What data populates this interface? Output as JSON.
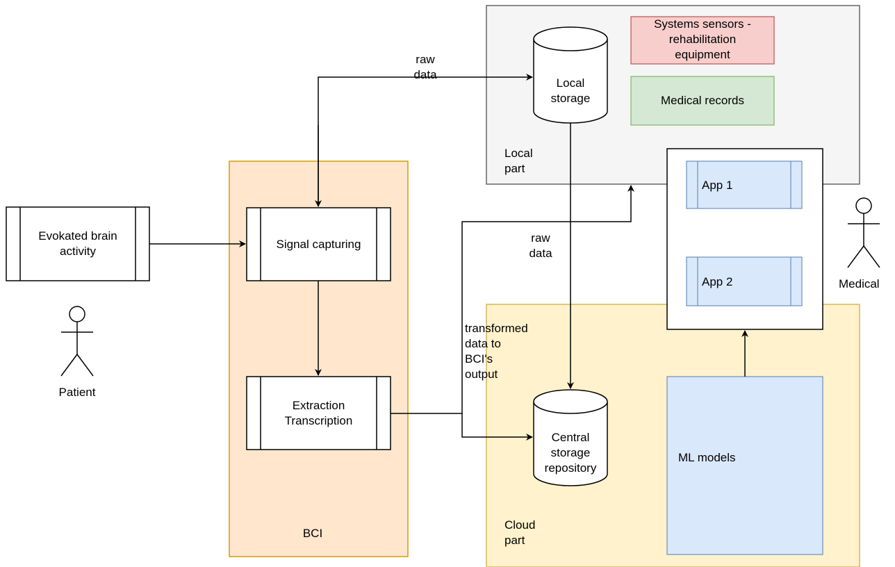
{
  "regions": {
    "bci": "BCI",
    "local": [
      "Local",
      "part"
    ],
    "cloud": [
      "Cloud",
      "part"
    ]
  },
  "processes": {
    "evokated": [
      "Evokated brain",
      "activity"
    ],
    "signal_capturing": "Signal capturing",
    "extraction": [
      "Extraction",
      "Transcription"
    ],
    "app1": "App 1",
    "app2": "App 2"
  },
  "storage": {
    "local": [
      "Local",
      "storage"
    ],
    "central": [
      "Central",
      "storage",
      "repository"
    ]
  },
  "boxes": {
    "sensors": [
      "Systems sensors -",
      "rehabilitation",
      "equipment"
    ],
    "medical_records": "Medical records",
    "ml_models": "ML models"
  },
  "actors": {
    "patient": "Patient",
    "medical": "Medical"
  },
  "edge_labels": {
    "raw_data_top": [
      "raw",
      "data"
    ],
    "raw_data_mid": [
      "raw",
      "data"
    ],
    "transformed": [
      "transformed",
      "data to",
      "BCI's",
      "output"
    ]
  },
  "colors": {
    "bci_fill": "#ffe6cc",
    "bci_stroke": "#d79b00",
    "local_fill": "#f5f5f5",
    "local_stroke": "#666666",
    "cloud_fill": "#fff2cc",
    "cloud_stroke": "#d6b656",
    "sensors_fill": "#f8cecc",
    "sensors_stroke": "#b85450",
    "records_fill": "#d5e8d4",
    "records_stroke": "#82b366",
    "blue_fill": "#dae8fc",
    "blue_stroke": "#6c8ebf"
  }
}
